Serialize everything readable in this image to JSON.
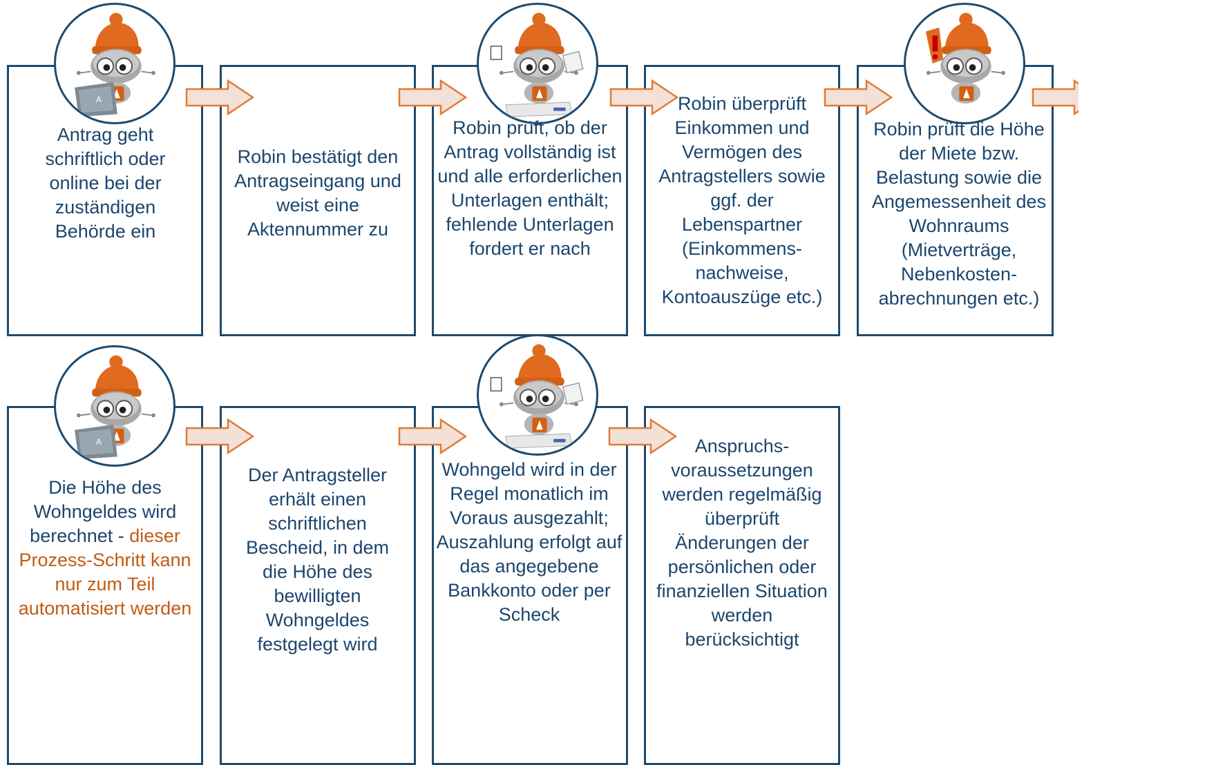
{
  "steps": [
    {
      "text": "Antrag geht schriftlich oder online bei der zuständigen Behörde ein",
      "avatar": "robot-laptop-icon"
    },
    {
      "text": "Robin bestätigt den Antragseingang und weist eine Aktennummer zu"
    },
    {
      "text": "Robin prüft, ob der Antrag vollständig ist und alle erforderlichen Unterlagen enthält; fehlende Unterlagen fordert er nach",
      "avatar": "robot-documents-icon"
    },
    {
      "text": "Robin überprüft Einkommen und Vermögen des Antragstellers sowie ggf. der Lebenspartner (Einkommens-nachweise, Kontoauszüge etc.)"
    },
    {
      "text": "Robin prüft die Höhe der Miete bzw. Belastung sowie die Angemessenheit des Wohnraums (Mietverträge, Nebenkosten-abrechnungen etc.)",
      "avatar": "robot-attention-icon"
    },
    {
      "text_a": "Die Höhe des Wohngeldes wird berechnet - ",
      "text_b": "dieser Prozess-Schritt kann nur zum Teil automatisiert werden",
      "avatar": "robot-laptop-icon"
    },
    {
      "text": "Der Antragsteller erhält  einen schriftlichen Bescheid, in dem die Höhe des bewilligten Wohngeldes festgelegt wird"
    },
    {
      "text": "Wohngeld wird in der Regel monatlich im Voraus ausgezahlt; Auszahlung erfolgt auf das angegebene Bankkonto oder per Scheck",
      "avatar": "robot-documents-icon"
    },
    {
      "text": "Anspruchs-voraussetzungen werden regelmäßig überprüft Änderungen der persönlichen oder finanziellen Situation werden berücksichtigt"
    }
  ],
  "colors": {
    "border": "#1d4a6e",
    "text": "#1b466d",
    "highlight": "#c25b14",
    "arrow_fill": "#f3e1d7",
    "arrow_stroke": "#e07a35"
  }
}
